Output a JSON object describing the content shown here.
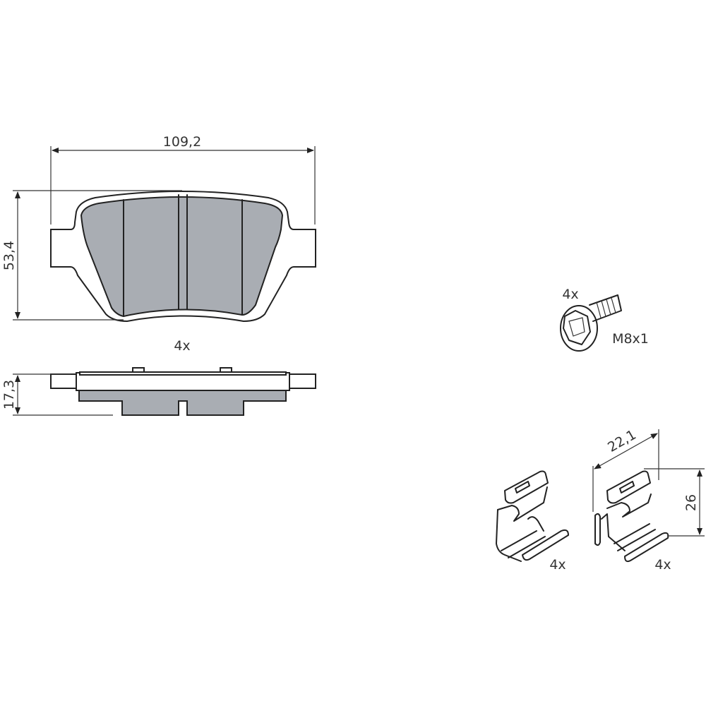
{
  "pad": {
    "width_dim": "109,2",
    "height_dim": "53,4",
    "thickness_dim": "17,3",
    "quantity": "4x",
    "fill_color": "#a9adb3"
  },
  "bolt": {
    "quantity": "4x",
    "thread": "M8x1"
  },
  "clip_a": {
    "quantity": "4x"
  },
  "clip_b": {
    "quantity": "4x",
    "length_dim": "22,1",
    "height_dim": "26"
  }
}
